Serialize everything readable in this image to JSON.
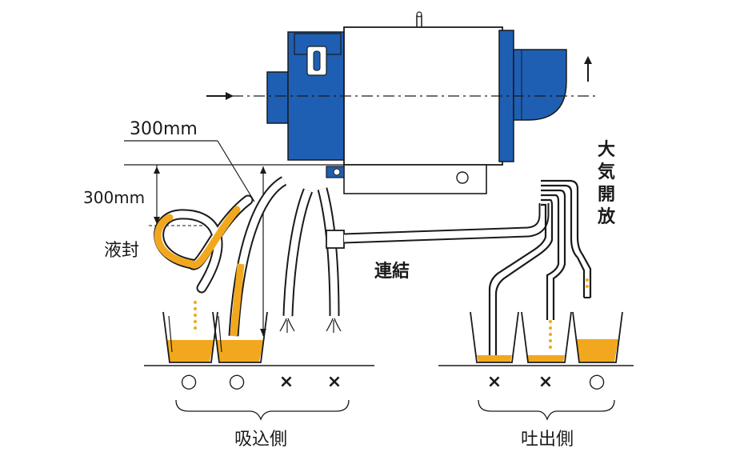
{
  "labels": {
    "dim_top": "300mm",
    "dim_left": "300mm",
    "liquid_seal": "液封",
    "connected": "連結",
    "atmosphere_open": [
      "大",
      "気",
      "開",
      "放"
    ],
    "suction_side": "吸込側",
    "discharge_side": "吐出側"
  },
  "marks": {
    "ok_symbol": "○",
    "ng_symbol": "×",
    "suction_results": [
      "○",
      "○",
      "×",
      "×"
    ],
    "discharge_results": [
      "×",
      "×",
      "○"
    ]
  },
  "colors": {
    "motor_blue": "#1f5fb3",
    "liquid": "#f2a81e",
    "ok_mark": "#e0157e",
    "ng_mark": "#1a1a1a"
  },
  "icons": {
    "flow_in": "arrow-right-icon",
    "flow_out": "arrow-up-icon"
  }
}
